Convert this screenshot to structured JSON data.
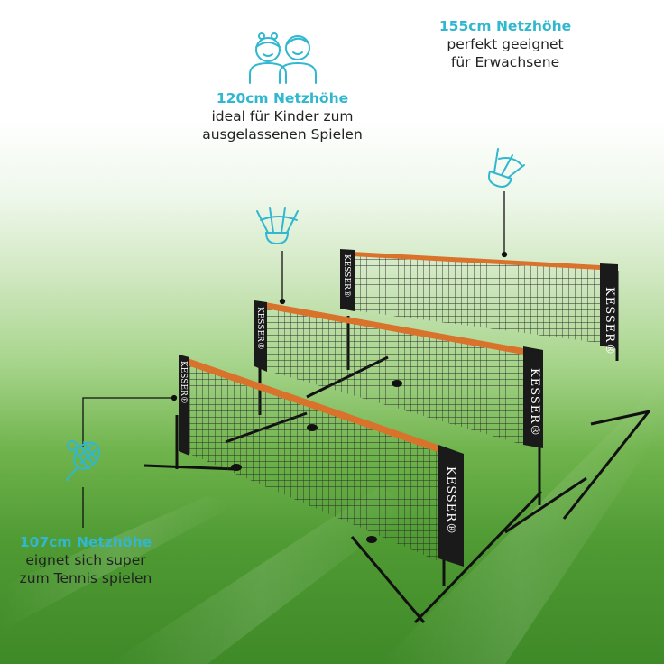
{
  "callouts": [
    {
      "height": "155cm Netzhöhe",
      "line1": "perfekt geeignet",
      "line2": "für Erwachsene"
    },
    {
      "height": "120cm Netzhöhe",
      "line1": "ideal für Kinder zum",
      "line2": "ausgelassenen Spielen"
    },
    {
      "height": "107cm Netzhöhe",
      "line1": "eignet sich super",
      "line2": "zum Tennis spielen"
    }
  ],
  "brand": "KESSER®",
  "colors": {
    "accent": "#31b7cf",
    "net_edge": "#d9722a",
    "grass": "#4f9a33"
  },
  "icons": [
    "kids-icon",
    "shuttlecock-icon",
    "tennis-racket-icon"
  ]
}
